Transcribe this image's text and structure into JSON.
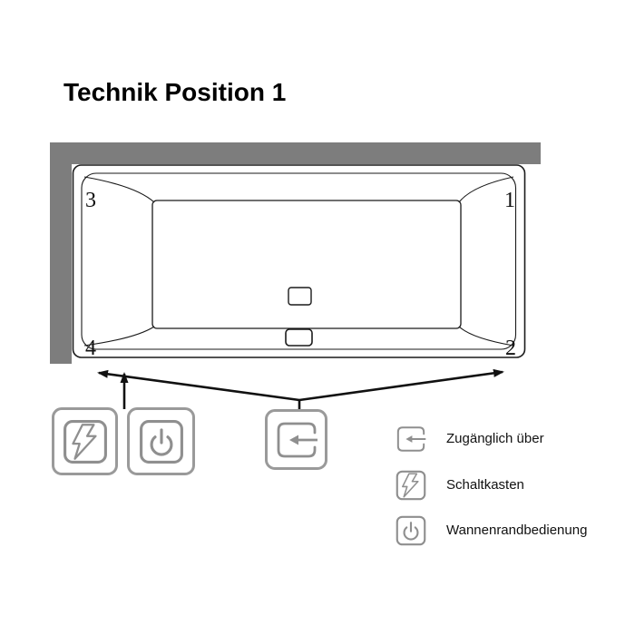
{
  "title": "Technik Position 1",
  "diagram": {
    "corners": {
      "top_left": "3",
      "top_right": "1",
      "bottom_left": "4",
      "bottom_right": "2"
    }
  },
  "boxes": [
    {
      "icon": "lightning-icon"
    },
    {
      "icon": "power-icon"
    },
    {
      "icon": "access-icon"
    }
  ],
  "legend": {
    "items": [
      {
        "icon": "access-icon",
        "label": "Zugänglich über"
      },
      {
        "icon": "lightning-icon",
        "label": "Schaltkasten"
      },
      {
        "icon": "power-icon",
        "label": "Wannenrandbedienung"
      }
    ]
  },
  "colors": {
    "wall": "#7d7d7d",
    "line": "#111111",
    "icon_stroke": "#8f8f8f",
    "box_border": "#9a9a9a"
  }
}
